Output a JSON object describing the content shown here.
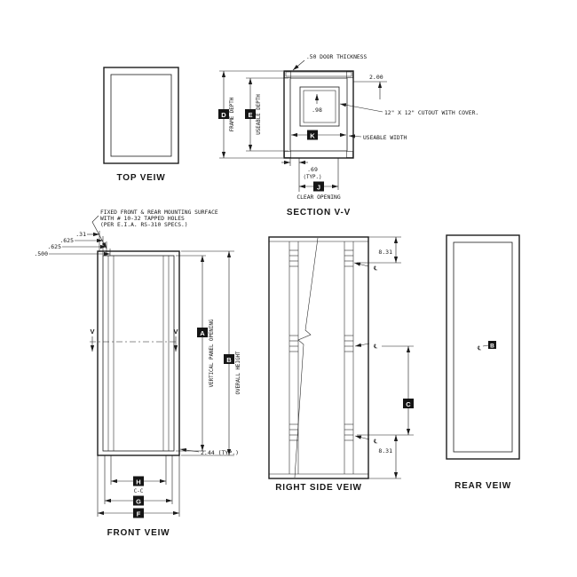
{
  "drawing": {
    "top_view": {
      "title": "TOP VEIW"
    },
    "section_view": {
      "title": "SECTION V-V",
      "door_thickness_note": ".50 DOOR THICKNESS",
      "dim_2_00": "2.00",
      "dim_0_98": ".98",
      "cutout_note": "12\" X 12\" CUTOUT WITH COVER.",
      "useable_width_label": "USEABLE WIDTH",
      "dim_k": "K",
      "dim_0_69": ".69",
      "typ": "(TYP.)",
      "dim_j": "J",
      "clear_opening_label": "CLEAR OPENING",
      "dim_d": "D",
      "frame_depth_label": "FRAME DEPTH",
      "dim_e": "E",
      "useable_depth_label": "USEABLE DEPTH"
    },
    "front_view": {
      "title": "FRONT VEIW",
      "mounting_note_line1": "FIXED FRONT & REAR MOUNTING SURFACE",
      "mounting_note_line2": "WITH # 10-32 TAPPED HOLES",
      "mounting_note_line3": "(PER E.I.A. RS-310 SPECS.)",
      "dim_0_31": ".31",
      "dim_0_625_a": ".625",
      "dim_0_625_b": ".625",
      "dim_0_500": ".500",
      "section_marker_left": "V",
      "section_marker_right": "V",
      "dim_a": "A",
      "vertical_panel_opening_label": "VERTICAL PANEL OPENING",
      "dim_b": "B",
      "overall_height_label": "OVERALL HEIGHT",
      "dim_2_44": "2.44 (TYP.)",
      "dim_h": "H",
      "dim_h_sub": "C-C",
      "dim_g": "G",
      "dim_f": "F"
    },
    "right_side_view": {
      "title": "RIGHT SIDE VEIW",
      "dim_8_31_top": "8.31",
      "dim_8_31_bottom": "8.31",
      "centerline_top": "℄",
      "centerline_mid": "℄",
      "centerline_bottom": "℄",
      "dim_c": "C"
    },
    "rear_view": {
      "title": "REAR VEIW",
      "centerline": "℄",
      "center_label": "B"
    }
  }
}
